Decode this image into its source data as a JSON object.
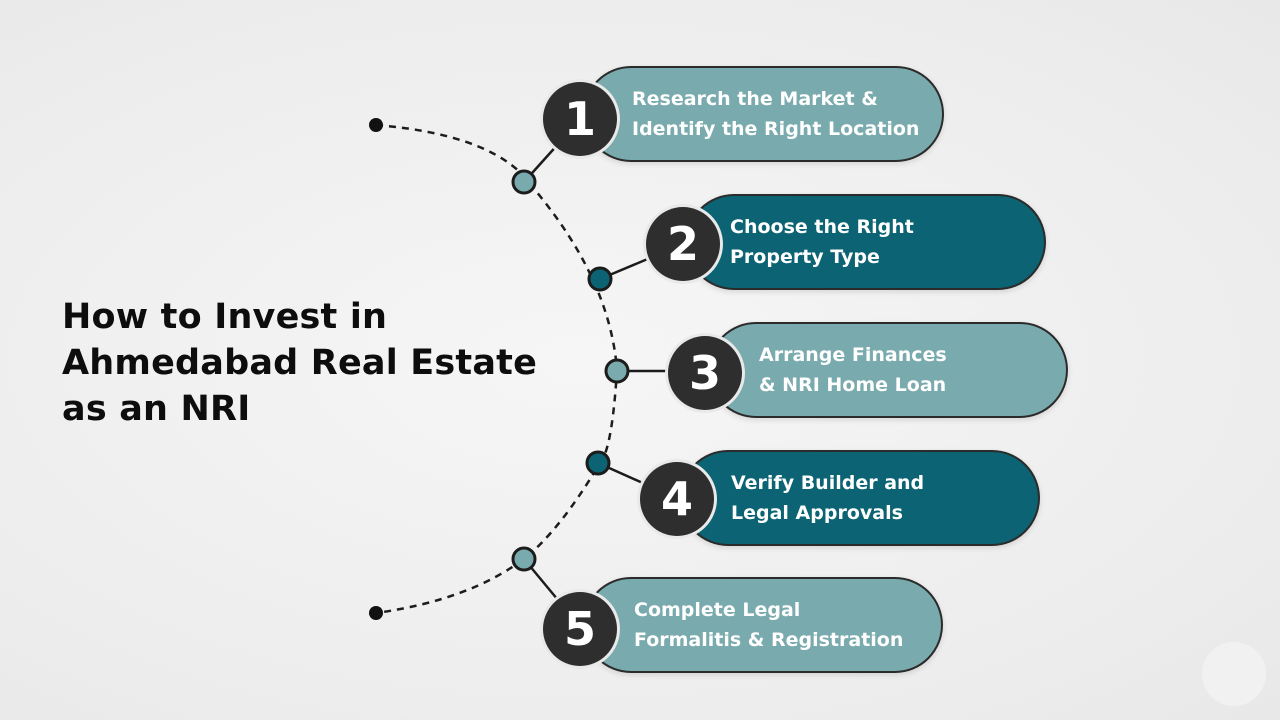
{
  "title": {
    "line1": "How to Invest in",
    "line2": "Ahmedabad Real Estate",
    "line3": "as an NRI"
  },
  "colors": {
    "light_pill": "#79aaad",
    "dark_pill": "#0b6373",
    "badge": "#2e2e2e",
    "title_text": "#0d0d0d"
  },
  "steps": [
    {
      "number": "1",
      "line1": "Research the Market &",
      "line2": "Identify the Right Location",
      "style": "light"
    },
    {
      "number": "2",
      "line1": "Choose the Right",
      "line2": "Property Type",
      "style": "dark"
    },
    {
      "number": "3",
      "line1": "Arrange Finances",
      "line2": "& NRI Home Loan",
      "style": "light"
    },
    {
      "number": "4",
      "line1": "Verify Builder and",
      "line2": "Legal Approvals",
      "style": "dark"
    },
    {
      "number": "5",
      "line1": "Complete Legal",
      "line2": "Formalitis & Registration",
      "style": "light"
    }
  ]
}
